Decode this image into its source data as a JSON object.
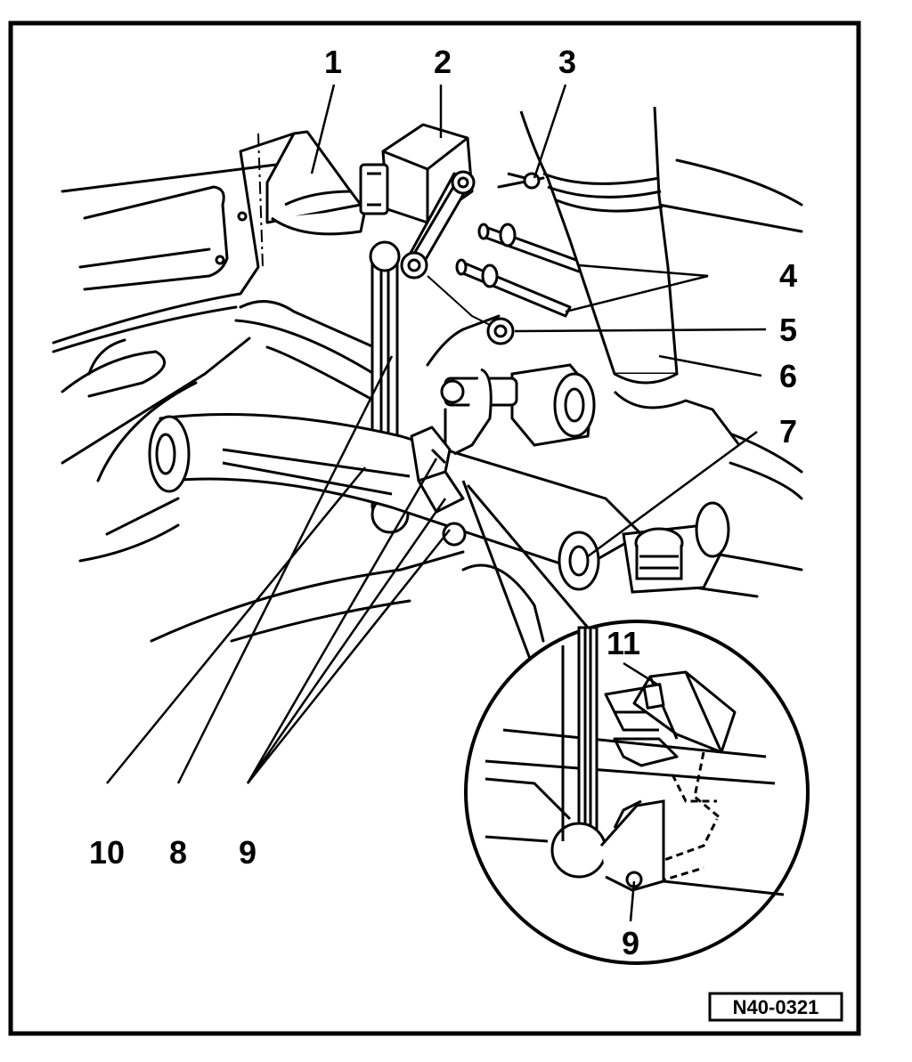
{
  "diagram": {
    "reference_code": "N40-0321",
    "callouts": [
      {
        "id": "1",
        "label": "1"
      },
      {
        "id": "2",
        "label": "2"
      },
      {
        "id": "3",
        "label": "3"
      },
      {
        "id": "4",
        "label": "4"
      },
      {
        "id": "5",
        "label": "5"
      },
      {
        "id": "6",
        "label": "6"
      },
      {
        "id": "7",
        "label": "7"
      },
      {
        "id": "8",
        "label": "8"
      },
      {
        "id": "9",
        "label": "9"
      },
      {
        "id": "10",
        "label": "10"
      },
      {
        "id": "11",
        "label": "11"
      },
      {
        "id": "9-detail",
        "label": "9"
      }
    ]
  },
  "colors": {
    "ink": "#000000",
    "paper": "#ffffff"
  }
}
